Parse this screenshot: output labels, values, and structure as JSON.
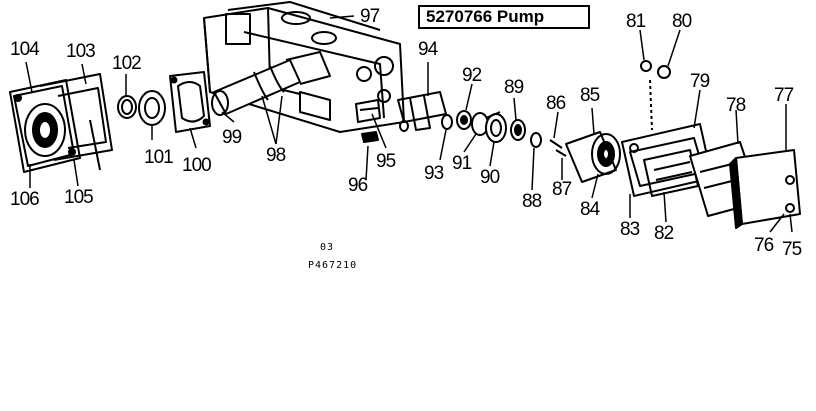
{
  "title": "5270766 Pump",
  "callouts": {
    "n104": "104",
    "n103": "103",
    "n102": "102",
    "n101": "101",
    "n100": "100",
    "n99": "99",
    "n98": "98",
    "n97": "97",
    "n96": "96",
    "n95": "95",
    "n94": "94",
    "n93": "93",
    "n92": "92",
    "n91": "91",
    "n90": "90",
    "n89": "89",
    "n88": "88",
    "n87": "87",
    "n86": "86",
    "n85": "85",
    "n84": "84",
    "n83": "83",
    "n82": "82",
    "n81": "81",
    "n80": "80",
    "n79": "79",
    "n78": "78",
    "n77": "77",
    "n76": "76",
    "n75": "75",
    "n106": "106",
    "n105": "105"
  },
  "footer": {
    "code_top": "03",
    "code_bottom": "P467210"
  }
}
